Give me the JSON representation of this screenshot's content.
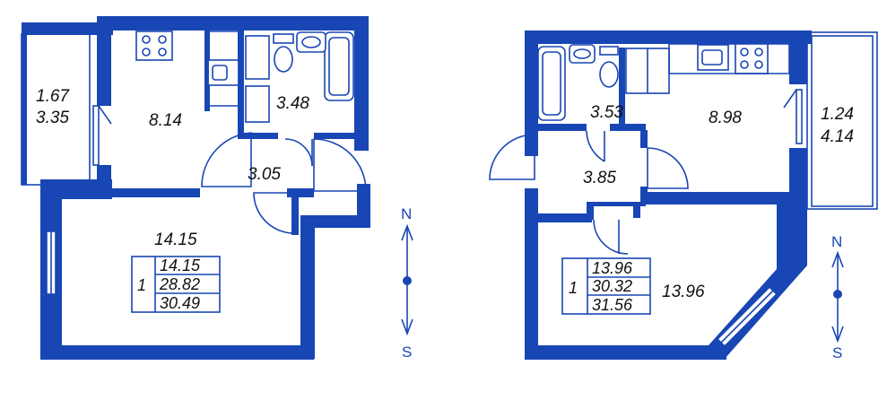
{
  "colors": {
    "wall": "#1846b4",
    "background": "#ffffff",
    "text": "#111111"
  },
  "plan_left": {
    "rooms": {
      "balcony_top": "1.67",
      "balcony_bottom": "3.35",
      "kitchen": "8.14",
      "bathroom": "3.48",
      "hall": "3.05",
      "living_room": "14.15"
    },
    "table": {
      "rooms_count": "1",
      "living": "14.15",
      "total": "28.82",
      "total_with_balcony": "30.49"
    },
    "compass": {
      "north": "N",
      "south": "S"
    }
  },
  "plan_right": {
    "rooms": {
      "bathroom": "3.53",
      "kitchen": "8.98",
      "balcony_top": "1.24",
      "balcony_bottom": "4.14",
      "hall": "3.85",
      "living_room": "13.96"
    },
    "table": {
      "rooms_count": "1",
      "living": "13.96",
      "total": "30.32",
      "total_with_balcony": "31.56"
    },
    "compass": {
      "north": "N",
      "south": "S"
    }
  }
}
